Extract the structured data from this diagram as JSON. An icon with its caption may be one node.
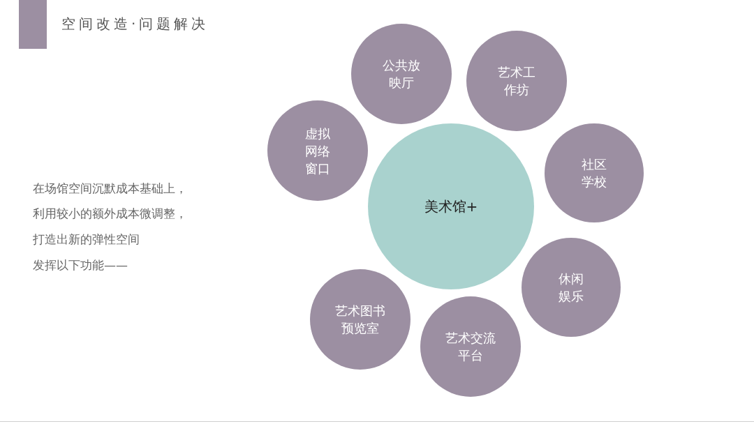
{
  "diagram": {
    "title": "空间改造·问题解决",
    "nodes": [
      {
        "text": [
          "美术馆+"
        ]
      },
      {
        "text": [
          "公共放映厅"
        ]
      },
      {
        "text": [
          "艺术工作坊"
        ]
      },
      {
        "text": [
          "虚拟网络窗口"
        ]
      },
      {
        "text": [
          "社区学校"
        ]
      },
      {
        "text": [
          "休闲娱乐"
        ]
      },
      {
        "text": [
          "艺术图书预览室"
        ]
      },
      {
        "text": [
          "艺术交流平台"
        ]
      }
    ],
    "labels": [
      "在场馆空间沉默成本基础上，",
      "利用较小的额外成本微调整，",
      "打造出新的弹性空间",
      "发挥以下功能——"
    ]
  }
}
